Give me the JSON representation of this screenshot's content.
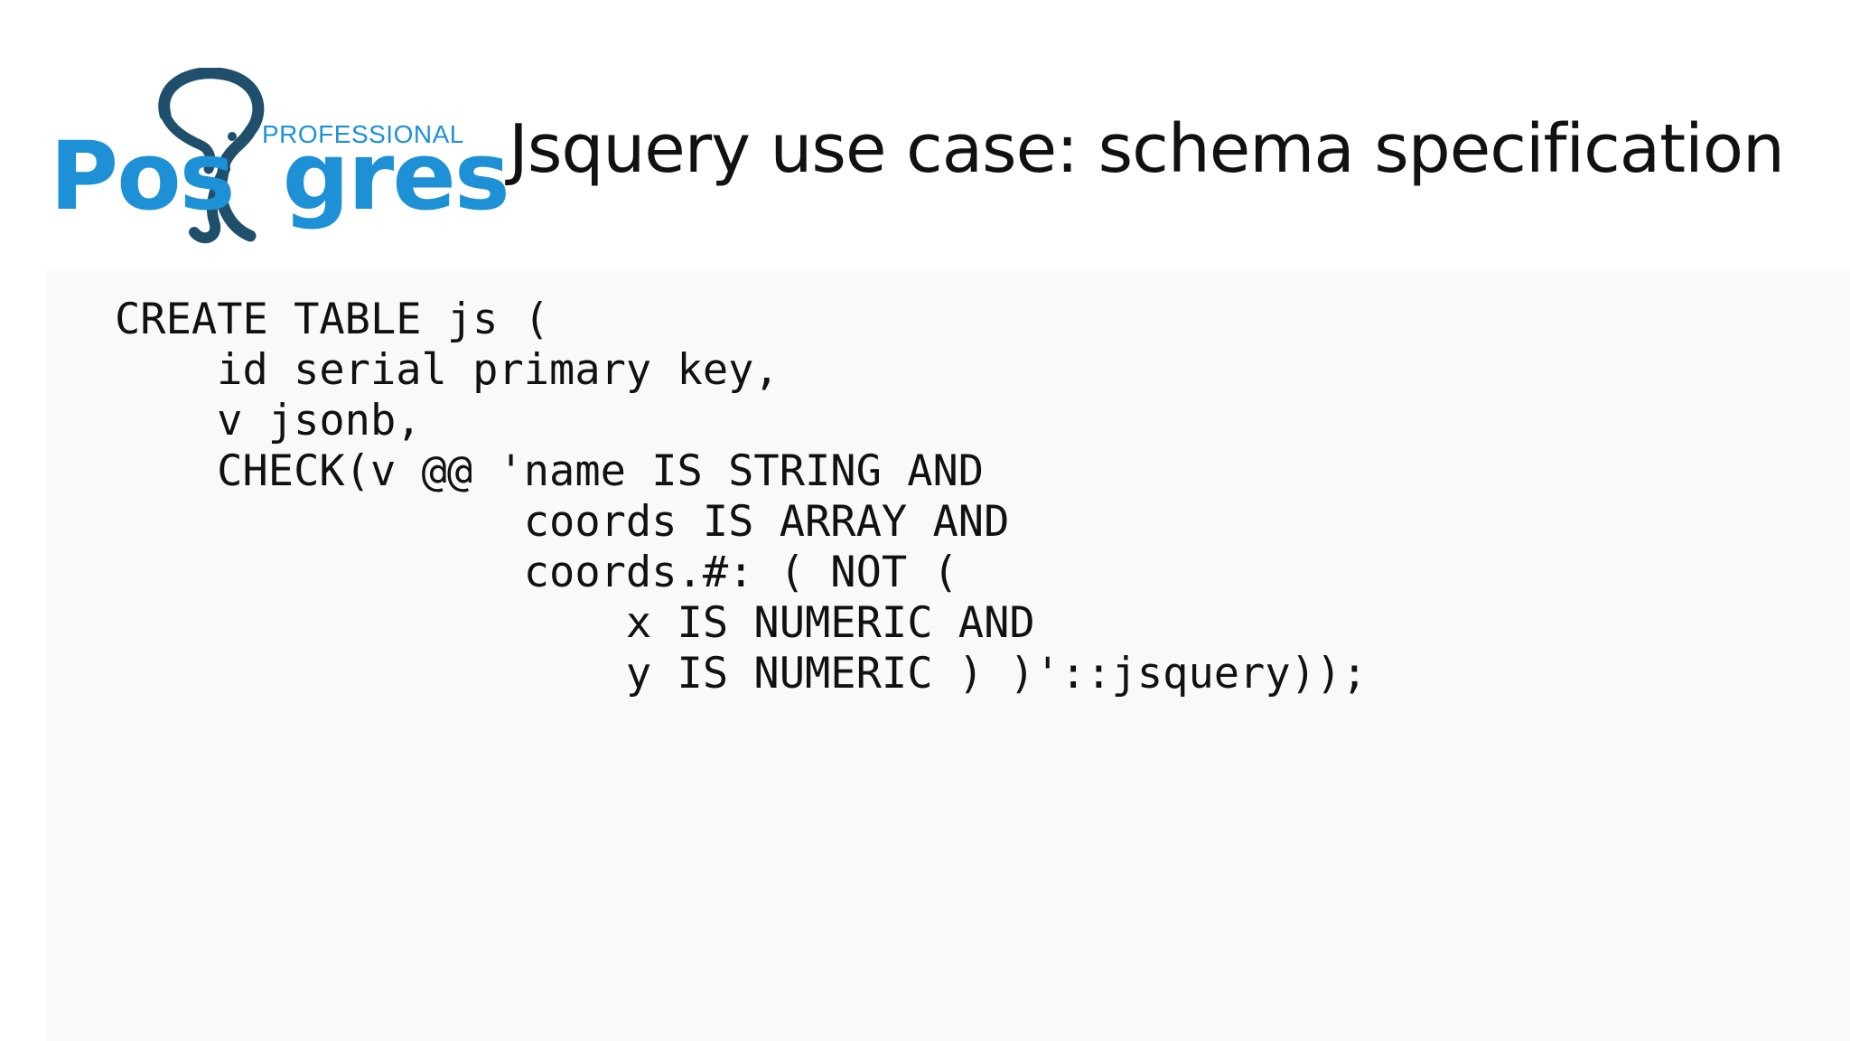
{
  "logo": {
    "subtitle": "PROFESSIONAL",
    "wordmark_left": "Pos",
    "wordmark_right": "gres",
    "icon": "elephant-icon",
    "colors": {
      "dark": "#1f4f6b",
      "blue": "#1e91d6"
    }
  },
  "slide": {
    "title": "Jsquery use case: schema specification"
  },
  "code": {
    "lines": [
      "CREATE TABLE js (",
      "    id serial primary key,",
      "    v jsonb,",
      "    CHECK(v @@ 'name IS STRING AND",
      "                coords IS ARRAY AND",
      "                coords.#: ( NOT (",
      "                    x IS NUMERIC AND",
      "                    y IS NUMERIC ) )'::jsquery));"
    ]
  }
}
